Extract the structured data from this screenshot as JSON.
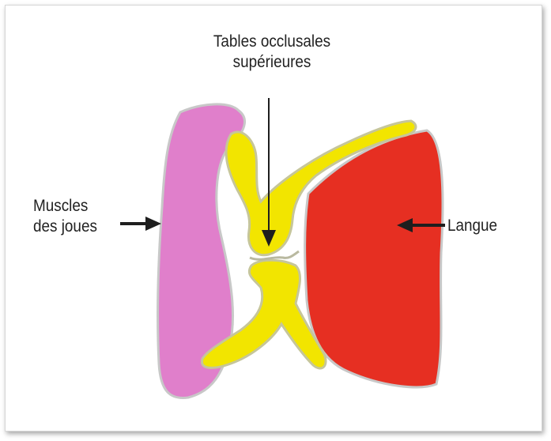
{
  "labels": {
    "top_line1": "Tables occlusales",
    "top_line2": "supérieures",
    "left_line1": "Muscles",
    "left_line2": "des joues",
    "right": "Langue"
  },
  "colors": {
    "cheek": "#e07fcb",
    "tongue": "#e62f22",
    "teeth": "#f2e500",
    "outline": "#bdbd9a",
    "arrow": "#1e1e1e"
  }
}
